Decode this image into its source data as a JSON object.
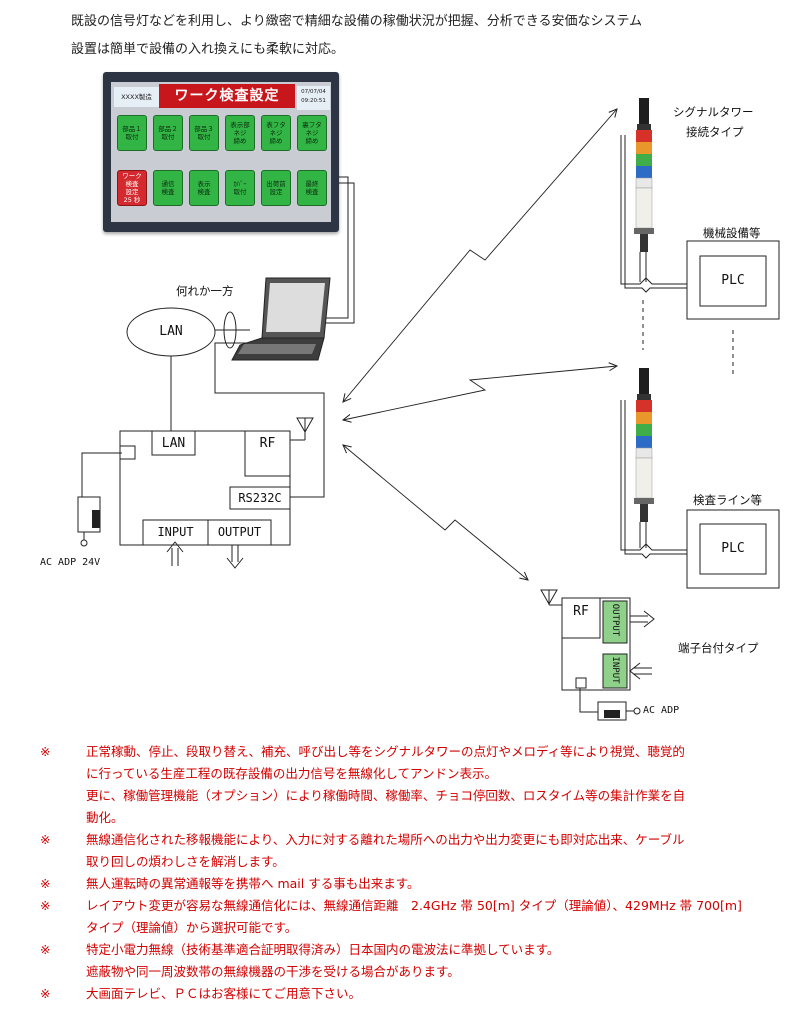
{
  "intro": [
    "既設の信号灯などを利用し、より緻密で精細な設備の稼働状況が把握、分析できる安価なシステム",
    "設置は簡単で設備の入れ換えにも柔軟に対応。"
  ],
  "screen": {
    "maker": "XXXX製造",
    "title": "ワーク検査設定",
    "date": "07/07/04",
    "time": "09:20:51",
    "tiles_top": [
      "部品１\n取付",
      "部品２\n取付",
      "部品３\n取付",
      "表示部\nネジ\n締め",
      "表フタ\nネジ\n締め",
      "裏フタ\nネジ\n締め"
    ],
    "tiles_bottom": [
      "ワーク\n検査\n設定\n25 秒",
      "通信\n検査",
      "表示\n検査",
      "ｶﾊﾞｰ\n取付",
      "出荷前\n設定",
      "最終\n検査"
    ]
  },
  "labels": {
    "either_one": "何れか一方",
    "lan_cloud": "LAN",
    "unit_lan": "LAN",
    "unit_rf": "RF",
    "unit_rs232c": "RS232C",
    "unit_input": "INPUT",
    "unit_output": "OUTPUT",
    "ac_adp_24v": "AC ADP 24V",
    "signal_tower_line1": "シグナルタワー",
    "signal_tower_line2": "接続タイプ",
    "machine_equipment": "機械設備等",
    "plc_top": "PLC",
    "inspection_line": "検査ライン等",
    "plc_bottom": "PLC",
    "terminal_rf": "RF",
    "terminal_output": "OUTPUT",
    "terminal_input": "INPUT",
    "terminal_type": "端子台付タイプ",
    "ac_adp": "AC ADP"
  },
  "notes": [
    {
      "mark": "※",
      "lines": [
        "正常稼動、停止、段取り替え、補充、呼び出し等をシグナルタワーの点灯やメロディ等により視覚、聴覚的",
        "に行っている生産工程の既存設備の出力信号を無線化してアンドン表示。",
        "更に、稼働管理機能（オプション）により稼働時間、稼働率、チョコ停回数、ロスタイム等の集計作業を自",
        "動化。"
      ]
    },
    {
      "mark": "※",
      "lines": [
        "無線通信化された移報機能により、入力に対する離れた場所への出力や出力変更にも即対応出来、ケーブル",
        "取り回しの煩わしさを解消します。"
      ]
    },
    {
      "mark": "※",
      "lines": [
        "無人運転時の異常通報等を携帯へ mail する事も出来ます。"
      ]
    },
    {
      "mark": "※",
      "lines": [
        "レイアウト変更が容易な無線通信化には、無線通信距離　2.4GHz 帯 50[m] タイプ（理論値）、429MHz 帯 700[m]",
        "タイプ（理論値）から選択可能です。"
      ]
    },
    {
      "mark": "※",
      "lines": [
        "特定小電力無線（技術基準適合証明取得済み）日本国内の電波法に準拠しています。",
        "遮蔽物や同一周波数帯の無線機器の干渉を受ける場合があります。"
      ]
    },
    {
      "mark": "※",
      "lines": [
        "大画面テレビ、ＰＣはお客様にてご用意下さい。"
      ]
    }
  ],
  "colors": {
    "note_text": "#d20000",
    "screen_title_bg": "#c8161d",
    "tile_green": "#32b544",
    "tile_red": "#d42a2f",
    "input_output_green": "#8fd08a"
  }
}
